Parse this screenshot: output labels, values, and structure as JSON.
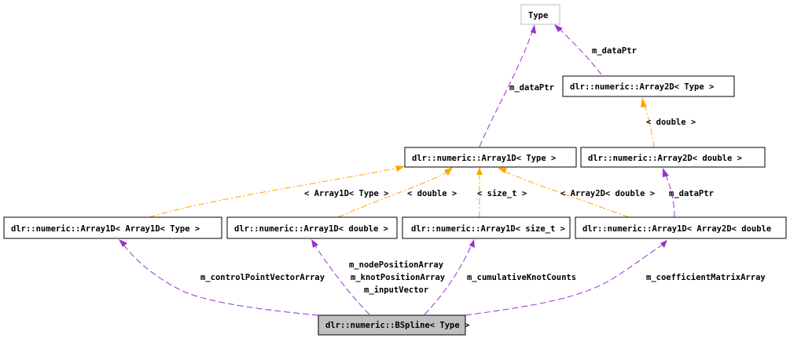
{
  "nodes": {
    "type": "Type",
    "array2d_type": "dlr::numeric::Array2D< Type >",
    "array1d_type": "dlr::numeric::Array1D< Type >",
    "array2d_double": "dlr::numeric::Array2D< double >",
    "array1d_array1d": "dlr::numeric::Array1D< Array1D< Type >",
    "array1d_double": "dlr::numeric::Array1D< double >",
    "array1d_size_t": "dlr::numeric::Array1D< size_t >",
    "array1d_array2d": "dlr::numeric::Array1D< Array2D< double",
    "bspline": "dlr::numeric::BSpline< Type >"
  },
  "edge_labels": {
    "m_dataPtr_top": "m_dataPtr",
    "m_dataPtr_mid": "m_dataPtr",
    "double_array2d": "< double >",
    "array1d_type_param": "< Array1D< Type >",
    "double_array1d": "< double >",
    "size_t_param": "< size_t >",
    "array2d_double_param": "< Array2D< double >",
    "m_dataPtr_low": "m_dataPtr",
    "control_point": "m_controlPointVectorArray",
    "node_position": "m_nodePositionArray",
    "knot_position": "m_knotPositionArray",
    "input_vector": "m_inputVector",
    "cumulative_knot": "m_cumulativeKnotCounts",
    "coefficient_matrix": "m_coefficientMatrixArray"
  }
}
